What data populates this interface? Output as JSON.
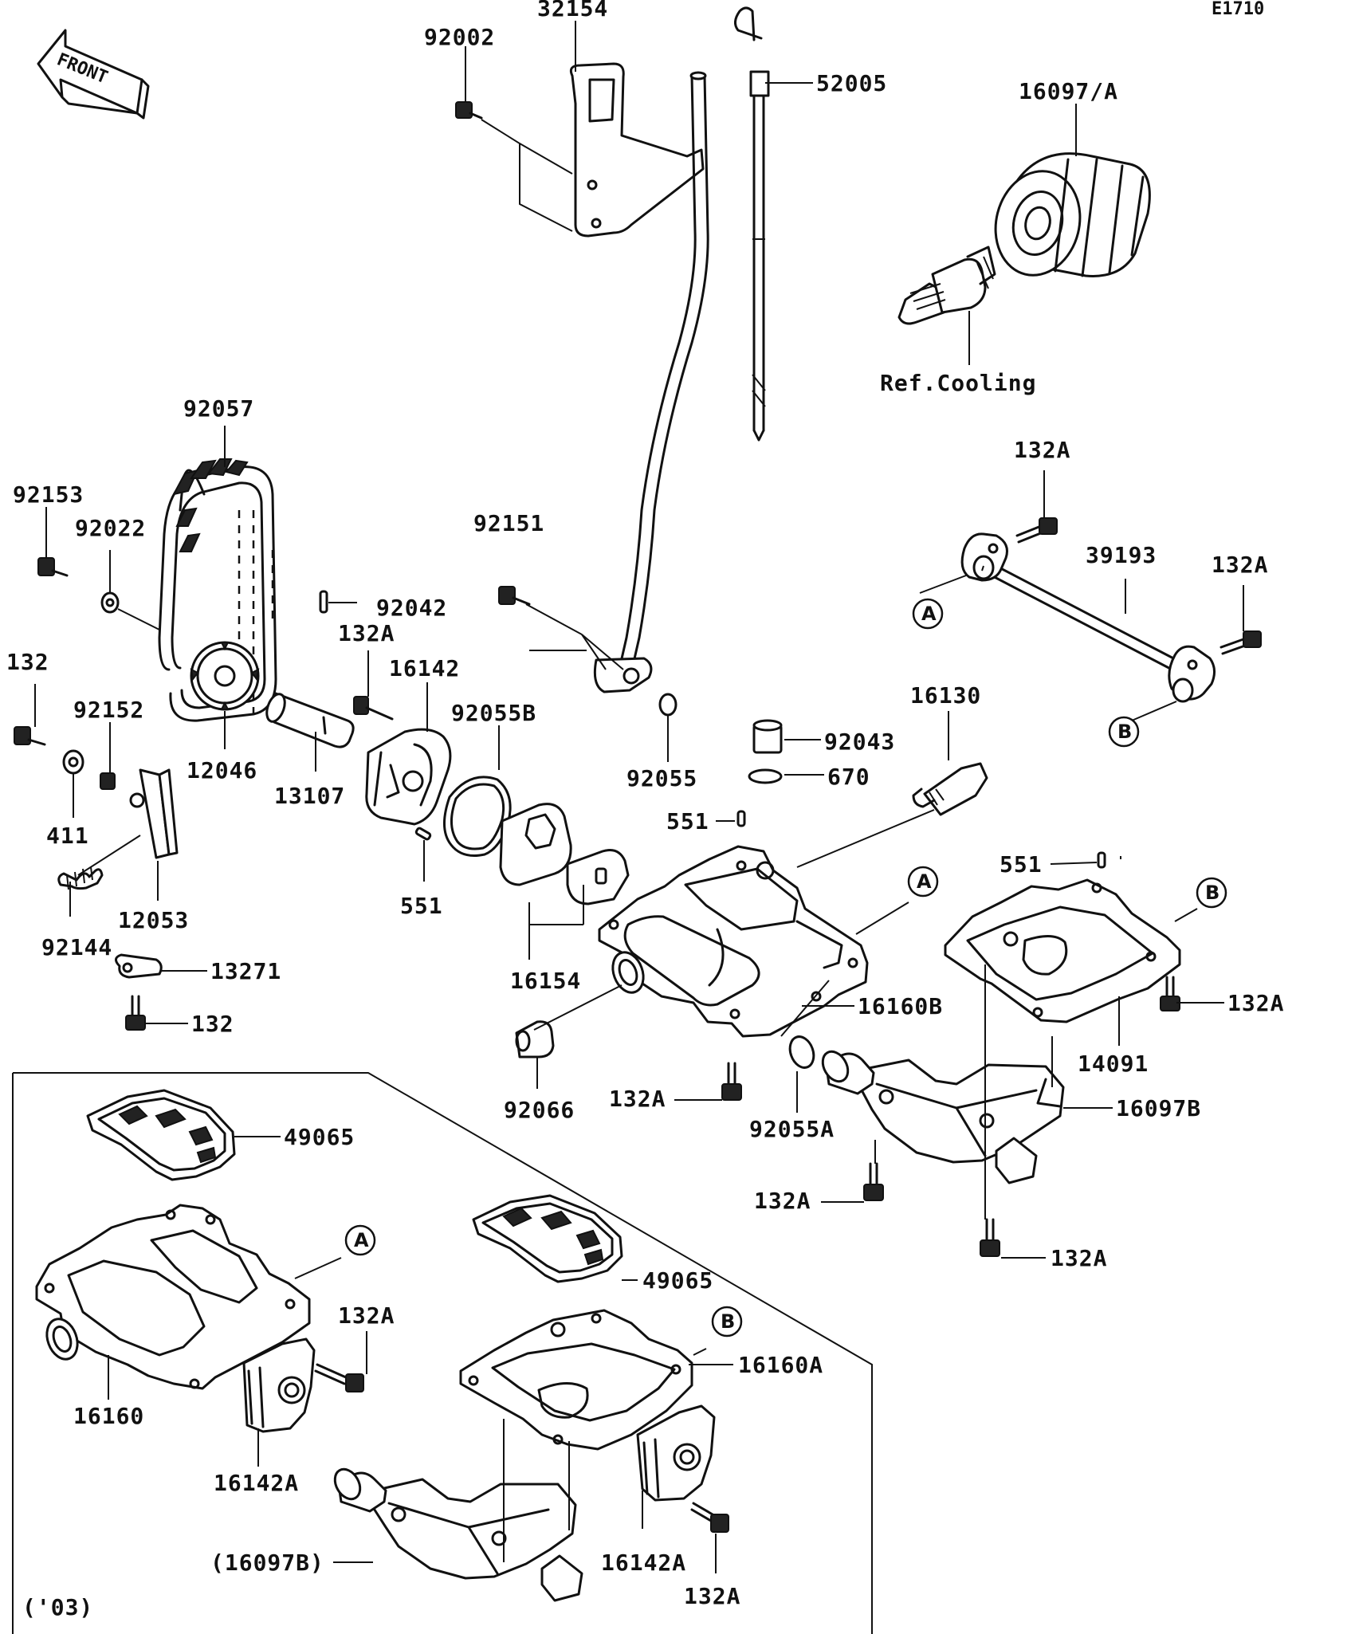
{
  "diagram_code": "E1710",
  "front_arrow_label": "FRONT",
  "ref_note": "Ref.Cooling",
  "variant_note": "('03)",
  "part_labels": {
    "p32154": "32154",
    "p92002": "92002",
    "p52005": "52005",
    "p16097A": "16097/A",
    "p92057": "92057",
    "p92153": "92153",
    "p92022": "92022",
    "p92151": "92151",
    "p132A_top": "132A",
    "p39193": "39193",
    "p132A_right": "132A",
    "p92042": "92042",
    "p132": "132",
    "p132A_pump": "132A",
    "p16142": "16142",
    "p92055B": "92055B",
    "p92152": "92152",
    "p12046": "12046",
    "p13107": "13107",
    "p16130": "16130",
    "p92043": "92043",
    "p670": "670",
    "p92055": "92055",
    "p411": "411",
    "p551_pump": "551",
    "p551_mid": "551",
    "p551_right": "551",
    "p12053": "12053",
    "p16154": "16154",
    "p92144": "92144",
    "p13271": "13271",
    "p132_bottom": "132",
    "p16160B": "16160B",
    "p132A_b1": "132A",
    "p14091": "14091",
    "p92066": "92066",
    "p132A_b2": "132A",
    "p92055A": "92055A",
    "p16097B": "16097B",
    "p132A_b3": "132A",
    "p132A_b4": "132A",
    "p49065_1": "49065",
    "p49065_2": "49065",
    "p132A_inset1": "132A",
    "p16160A": "16160A",
    "p16160": "16160",
    "p16142A_1": "16142A",
    "p16142A_2": "16142A",
    "p16097B_ref": "(16097B)",
    "p132A_inset2": "132A"
  },
  "markers": {
    "A1": "A",
    "A2": "A",
    "A3": "A",
    "B1": "B",
    "B2": "B",
    "B3": "B"
  }
}
